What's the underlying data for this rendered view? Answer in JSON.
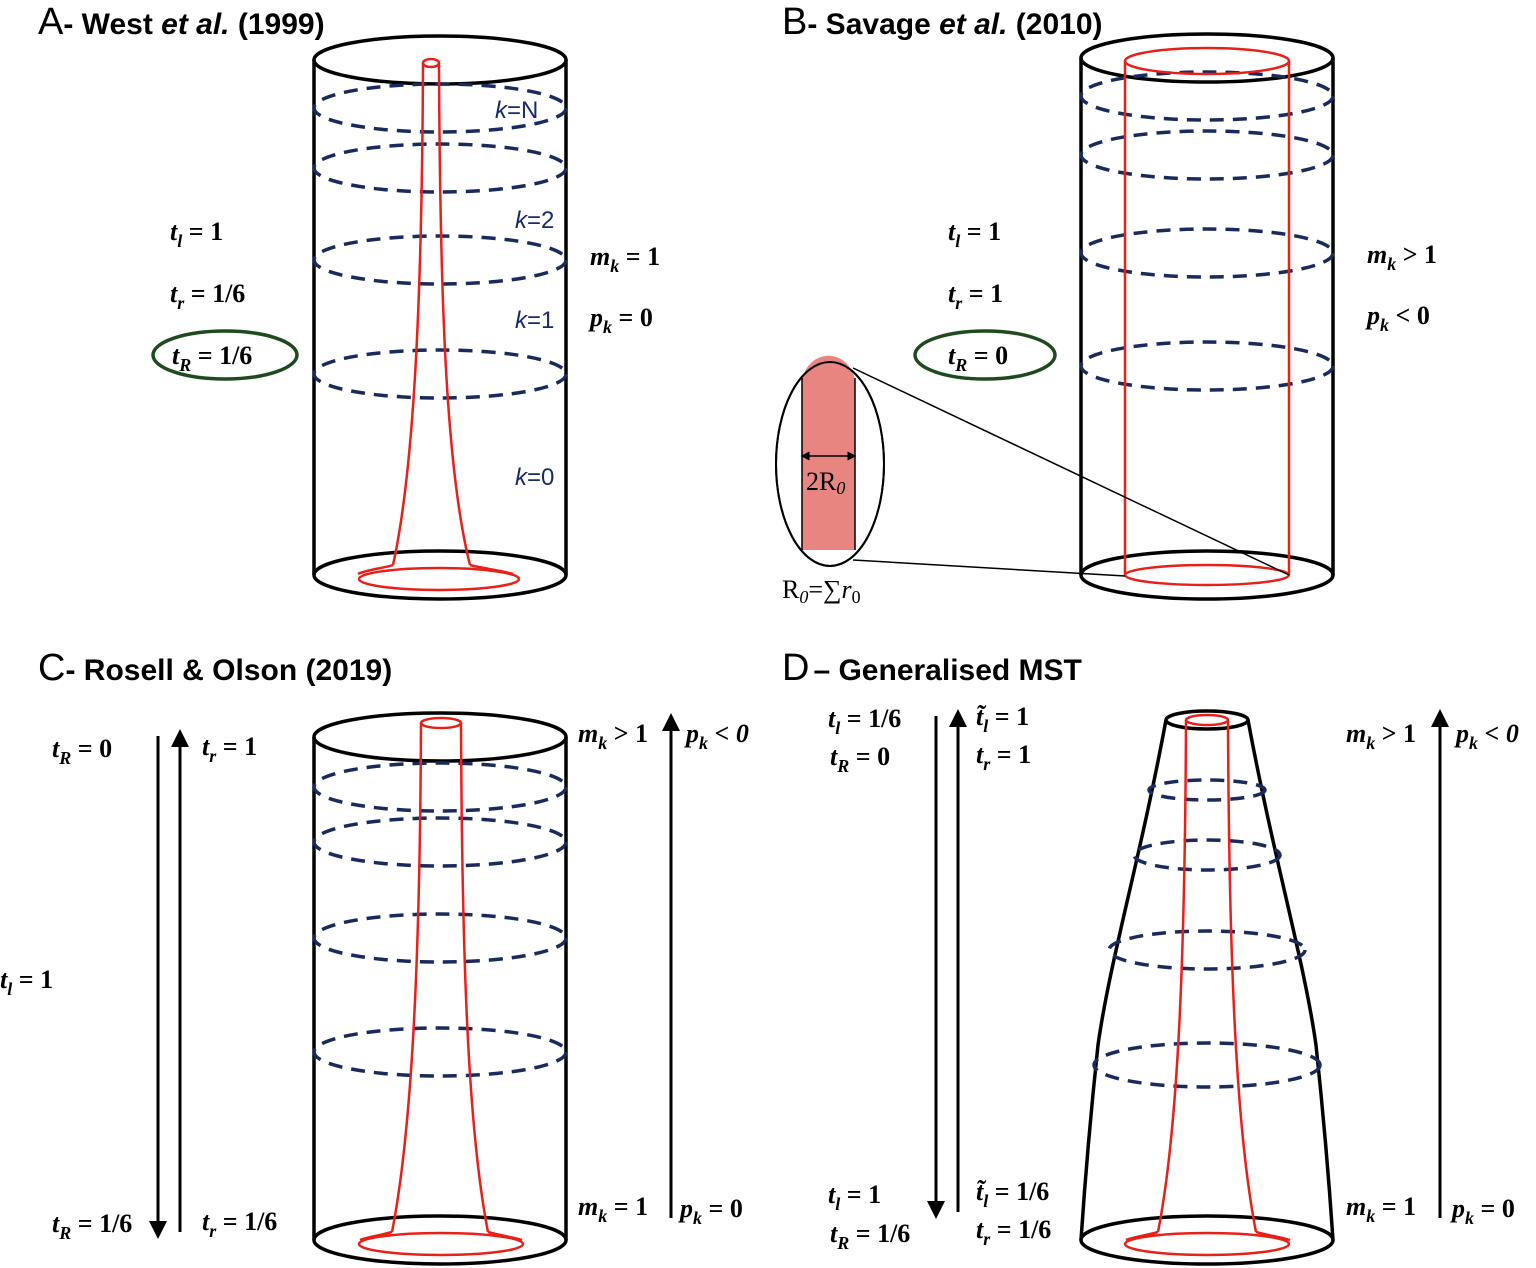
{
  "panels": {
    "A": {
      "letter": "A",
      "title_pre": "- West ",
      "title_em": "et al.",
      "title_post": " (1999)",
      "levels": {
        "kN": "k=N",
        "k2": "k=2",
        "k1": "k=1",
        "k0": "k=0"
      },
      "tl": "1",
      "tr": "1/6",
      "tR": "1/6",
      "mk": "1",
      "pk": "0"
    },
    "B": {
      "letter": "B",
      "title_pre": "- Savage ",
      "title_em": "et al.",
      "title_post": " (2010)",
      "tl": "1",
      "tr": "1",
      "tR": "0",
      "mk": "> 1",
      "pk": "< 0",
      "inset_width": "2R",
      "inset_width_sub": "0",
      "inset_formula_pre": "R",
      "inset_formula_sub": "0",
      "inset_formula_mid": "=∑",
      "inset_formula_r": "r",
      "inset_formula_rsub": "0"
    },
    "C": {
      "letter": "C",
      "title": "- Rosell & Olson (2019)",
      "tR_top": "0",
      "tr_top": "1",
      "tl": "1",
      "tR_bottom": "1/6",
      "tr_bottom": "1/6",
      "mk_top": "> 1",
      "pk_top": "< 0",
      "mk_bottom": "1",
      "pk_bottom": "0"
    },
    "D": {
      "letter": "D",
      "title": "– Generalised MST",
      "tl_top": "1/6",
      "tR_top": "0",
      "tlt_top": "1",
      "tr_top": "1",
      "tl_bottom": "1",
      "tR_bottom": "1/6",
      "tlt_bottom": "1/6",
      "tr_bottom": "1/6",
      "mk_top": "> 1",
      "pk_top": "< 0",
      "mk_bottom": "1",
      "pk_bottom": "0"
    }
  },
  "colors": {
    "outline": "#000000",
    "dashed_rings": "#1a2a5c",
    "vessel": "#e8201a",
    "highlight_ellipse": "#1f4a1f",
    "inset_fill": "#e98580"
  }
}
